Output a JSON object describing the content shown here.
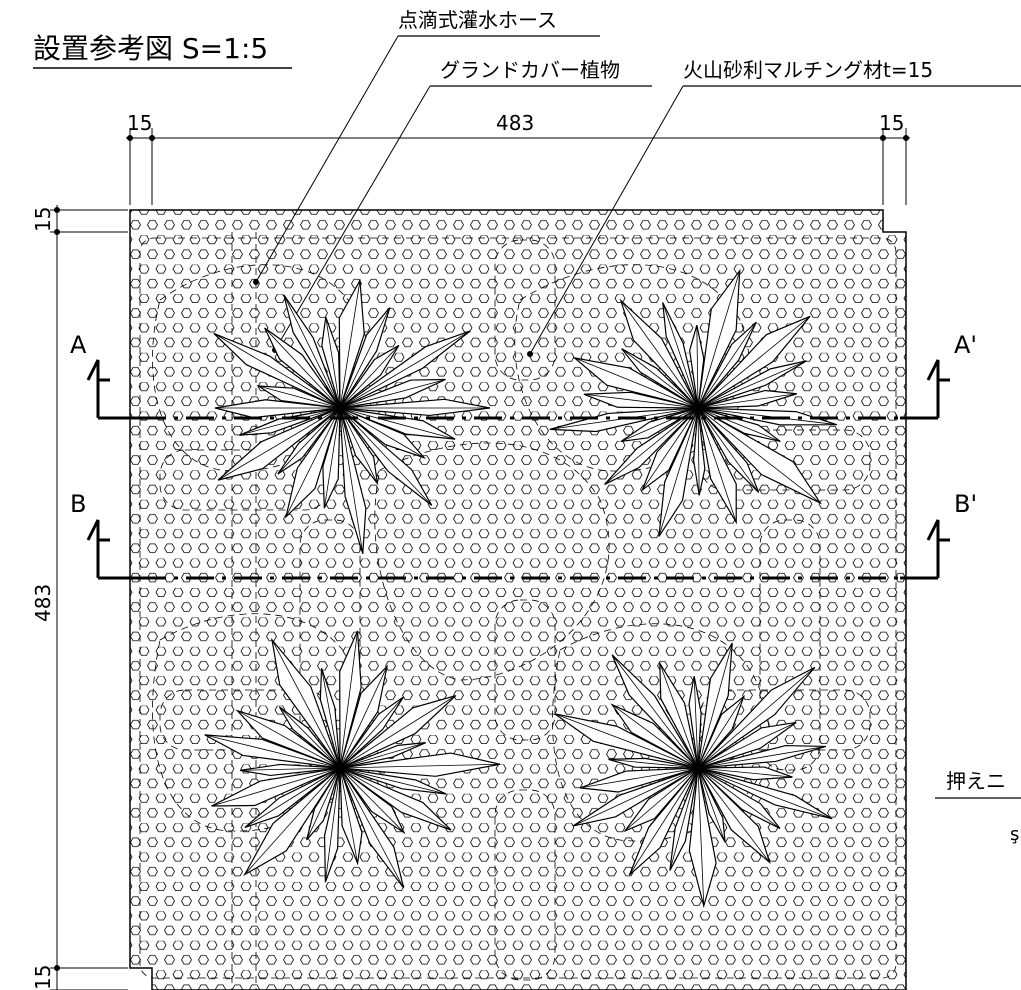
{
  "title": "設置参考図 S=1:5",
  "callouts": {
    "drip_hose": "点滴式灌水ホース",
    "groundcover": "グランドカバー植物",
    "mulch": "火山砂利マルチング材t=15",
    "clip": "押えニ"
  },
  "dimensions": {
    "top_left": "15",
    "top_center": "483",
    "top_right": "15",
    "left_top": "15",
    "left_center": "483",
    "left_bottom": "15"
  },
  "sections": {
    "a_left": "A",
    "a_right": "A'",
    "b_left": "B",
    "b_right": "B'"
  },
  "partial_text": "ş"
}
